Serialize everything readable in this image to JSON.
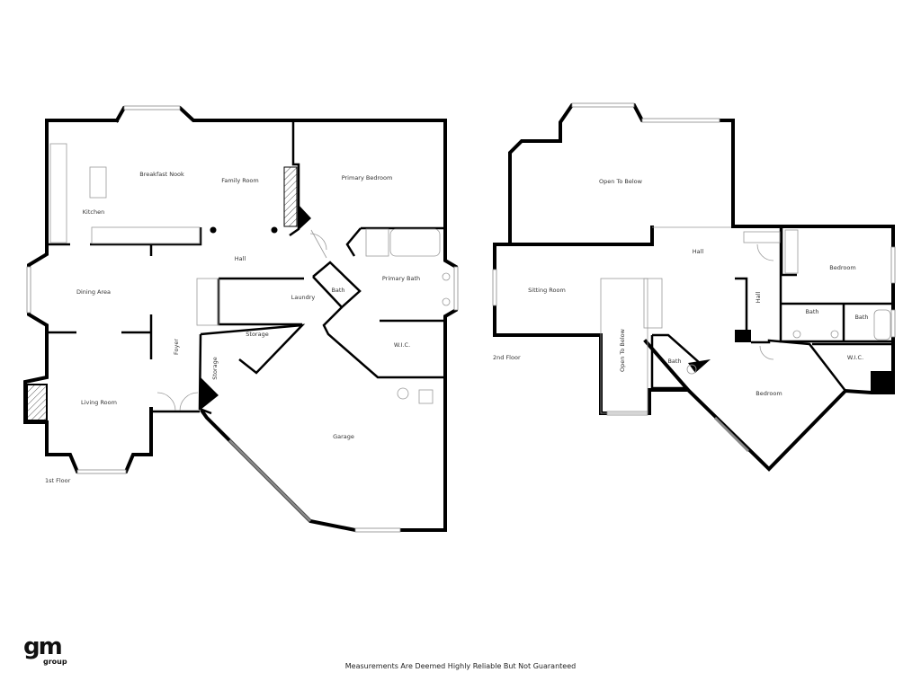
{
  "first_floor": {
    "label": "1st Floor",
    "rooms": {
      "breakfast_nook": "Breakfast Nook",
      "family_room": "Family Room",
      "primary_bedroom": "Primary Bedroom",
      "kitchen": "Kitchen",
      "hall": "Hall",
      "dining_area": "Dining Area",
      "laundry": "Laundry",
      "bath": "Bath",
      "primary_bath": "Primary Bath",
      "storage_top": "Storage",
      "foyer": "Foyer",
      "storage_side": "Storage",
      "wic": "W.I.C.",
      "living_room": "Living Room",
      "garage": "Garage"
    }
  },
  "second_floor": {
    "label": "2nd Floor",
    "rooms": {
      "open_to_below_top": "Open To Below",
      "hall": "Hall",
      "bedroom_right": "Bedroom",
      "sitting_room": "Sitting Room",
      "hall_vertical": "Hall",
      "bath_a": "Bath",
      "bath_b": "Bath",
      "open_to_below_side": "Open To Below",
      "bath_c": "Bath",
      "wic": "W.I.C.",
      "bedroom_bottom": "Bedroom"
    }
  },
  "logo": {
    "text_main": "gm",
    "text_sub": "group"
  },
  "footer": {
    "disclaimer": "Measurements Are Deemed Highly Reliable But Not Guaranteed"
  }
}
